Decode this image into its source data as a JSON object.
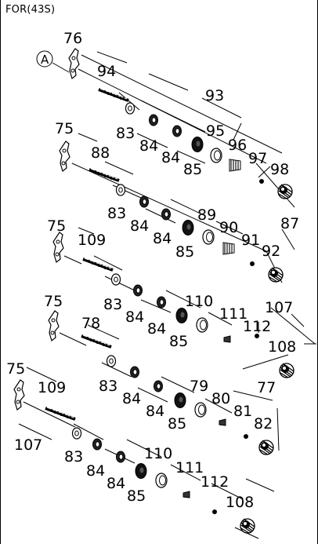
{
  "caption": "FOR(43S)",
  "view_marker": "A",
  "callouts": {
    "c76": "76",
    "c94": "94",
    "c93": "93",
    "c83a": "83",
    "c84a": "84",
    "c84b": "84",
    "c85a": "85",
    "c95": "95",
    "c96": "96",
    "c97": "97",
    "c98": "98",
    "c75a": "75",
    "c88": "88",
    "c83b": "83",
    "c84c": "84",
    "c84d": "84",
    "c85b": "85",
    "c89": "89",
    "c90": "90",
    "c91": "91",
    "c92": "92",
    "c87": "87",
    "c75b": "75",
    "c109a": "109",
    "c83c": "83",
    "c84e": "84",
    "c84f": "84",
    "c85c": "85",
    "c110a": "110",
    "c111a": "111",
    "c112a": "112",
    "c107a": "107",
    "c108a": "108",
    "c75c": "75",
    "c78": "78",
    "c83d": "83",
    "c84g": "84",
    "c84h": "84",
    "c85d": "85",
    "c79": "79",
    "c80": "80",
    "c81": "81",
    "c82": "82",
    "c77": "77",
    "c75d": "75",
    "c109b": "109",
    "c107b": "107",
    "c83e": "83",
    "c84i": "84",
    "c84j": "84",
    "c85e": "85",
    "c110b": "110",
    "c111b": "111",
    "c112b": "112",
    "c108b": "108"
  }
}
